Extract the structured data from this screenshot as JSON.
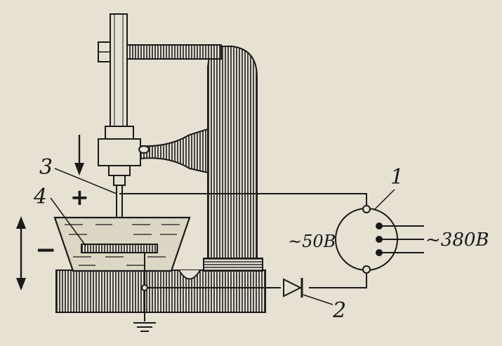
{
  "labels": {
    "transformer": "1",
    "diode": "2",
    "electrode": "3",
    "workpiece": "4",
    "secondary_voltage": "~50В",
    "primary_voltage": "~380В",
    "plus": "+",
    "minus": "−"
  },
  "colors": {
    "ink": "#1a1a1a",
    "paper": "#e6e1d3",
    "bath_fill": "#dcd6c4"
  }
}
